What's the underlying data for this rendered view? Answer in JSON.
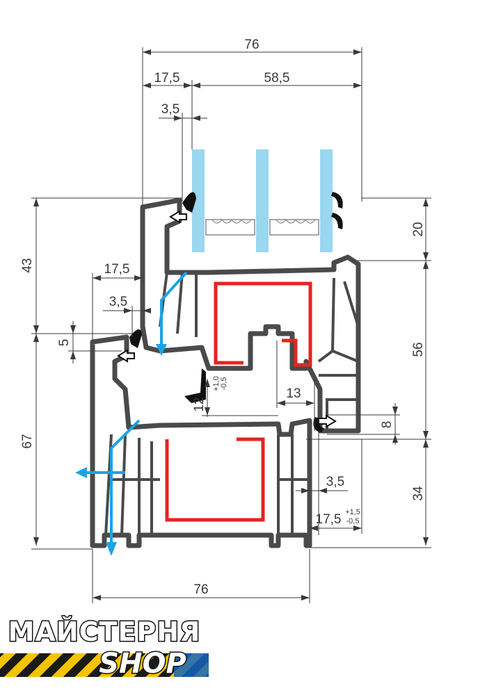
{
  "dimensions": {
    "top_total": "76",
    "top_left": "17,5",
    "top_right": "58,5",
    "top_offset": "3,5",
    "left_upper": "43",
    "left_lower": "67",
    "mid_left_width": "17,5",
    "mid_left_offset": "3,5",
    "mid_left_step": "5",
    "right_top": "20",
    "right_mid": "56",
    "right_bottom": "34",
    "right_small": "8",
    "inner_width": "13",
    "inner_height": "12",
    "inner_height_tol_plus": "+1,0",
    "inner_height_tol_minus": "-0,5",
    "bottom_right_offset": "3,5",
    "bottom_right_width": "17,5",
    "bottom_right_tol_plus": "+1,5",
    "bottom_right_tol_minus": "-0,5",
    "bottom_total": "76"
  },
  "logo": {
    "line1": "МАЙСТЕРНЯ",
    "line2": "SHOP"
  },
  "colors": {
    "profile": "#4a4a4a",
    "steel": "#e52421",
    "glass": "#8fd3ee",
    "water_flow": "#1aa3e8",
    "dimension": "#3a3a3a",
    "logo_yellow": "#f5c400",
    "logo_blue": "#1565c0"
  }
}
